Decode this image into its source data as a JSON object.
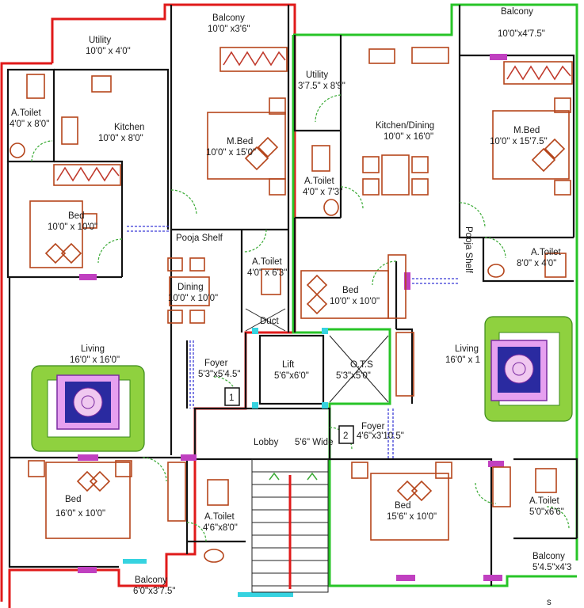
{
  "rooms": {
    "balcony_top_left": {
      "name": "Balcony",
      "dim": "10'0\" x3'6\""
    },
    "utility_left": {
      "name": "Utility",
      "dim": "10'0\"  x  4'0\""
    },
    "atoilet_left_top": {
      "name": "A.Toilet",
      "dim": "4'0\" x 8'0\""
    },
    "kitchen_left": {
      "name": "Kitchen",
      "dim": "10'0\" x 8'0\""
    },
    "mbed_left": {
      "name": "M.Bed",
      "dim": "10'0\" x 15'0\""
    },
    "bed_left_top": {
      "name": "Bed",
      "dim": "10'0\" x 10'0\""
    },
    "pooja_left": {
      "name": "Pooja Shelf",
      "dim": ""
    },
    "atoilet_left_mid": {
      "name": "A.Toilet",
      "dim": "4'0\" x 6'3\""
    },
    "dining_left": {
      "name": "Dining",
      "dim": "10'0\" x 10'0\""
    },
    "duct": {
      "name": "Duct",
      "dim": ""
    },
    "living_left": {
      "name": "Living",
      "dim": "16'0\" x 16'0\""
    },
    "foyer_left": {
      "name": "Foyer",
      "dim": "5'3\"x5'4.5\""
    },
    "lift": {
      "name": "Lift",
      "dim": "5'6\"x6'0\""
    },
    "ots": {
      "name": "O.T.S",
      "dim": "5'3\"x5'0\""
    },
    "lobby": {
      "name": "Lobby",
      "dim": "5'6\" Wide"
    },
    "bed_left_bottom": {
      "name": "Bed",
      "dim": "16'0\"  x  10'0\""
    },
    "atoilet_left_bottom": {
      "name": "A.Toilet",
      "dim": "4'6\"x8'0\""
    },
    "balcony_bottom_left": {
      "name": "Balcony",
      "dim": "6'0\"x3'7.5\""
    },
    "balcony_top_right": {
      "name": "Balcony",
      "dim": "10'0\"x4'7.5\""
    },
    "utility_right": {
      "name": "Utility",
      "dim": "3'7.5\" x 8'9\""
    },
    "kitchen_dining_right": {
      "name": "Kitchen/Dining",
      "dim": "10'0\" x 16'0\""
    },
    "mbed_right": {
      "name": "M.Bed",
      "dim": "10'0\" x 15'7.5\""
    },
    "atoilet_right_top": {
      "name": "A.Toilet",
      "dim": "4'0\" x 7'3\""
    },
    "pooja_right": {
      "name": "Pooja Shelf",
      "dim": ""
    },
    "atoilet_right_mid": {
      "name": "A.Toilet",
      "dim": "8'0\"  x 4'0\""
    },
    "bed_right_mid": {
      "name": "Bed",
      "dim": "10'0\" x 10'0\""
    },
    "living_right": {
      "name": "Living",
      "dim": "16'0\" x 1"
    },
    "foyer_right": {
      "name": "Foyer",
      "dim": "4'6\"x3'10.5\""
    },
    "bed_right_bottom": {
      "name": "Bed",
      "dim": "15'6\" x 10'0\""
    },
    "atoilet_right_bottom": {
      "name": "A.Toilet",
      "dim": "5'0\"x6'6\""
    },
    "balcony_bottom_right": {
      "name": "Balcony",
      "dim": "5'4.5\"x4'3"
    }
  },
  "markers": {
    "flat1": "1",
    "flat2": "2",
    "corner": "s"
  },
  "colors": {
    "flat1_outline": "#e01a1a",
    "flat2_outline": "#27c427",
    "furniture": "#b5451b",
    "sofa": "#8fd13f",
    "rug": "#e6a0f0",
    "window": "#c040c0"
  }
}
